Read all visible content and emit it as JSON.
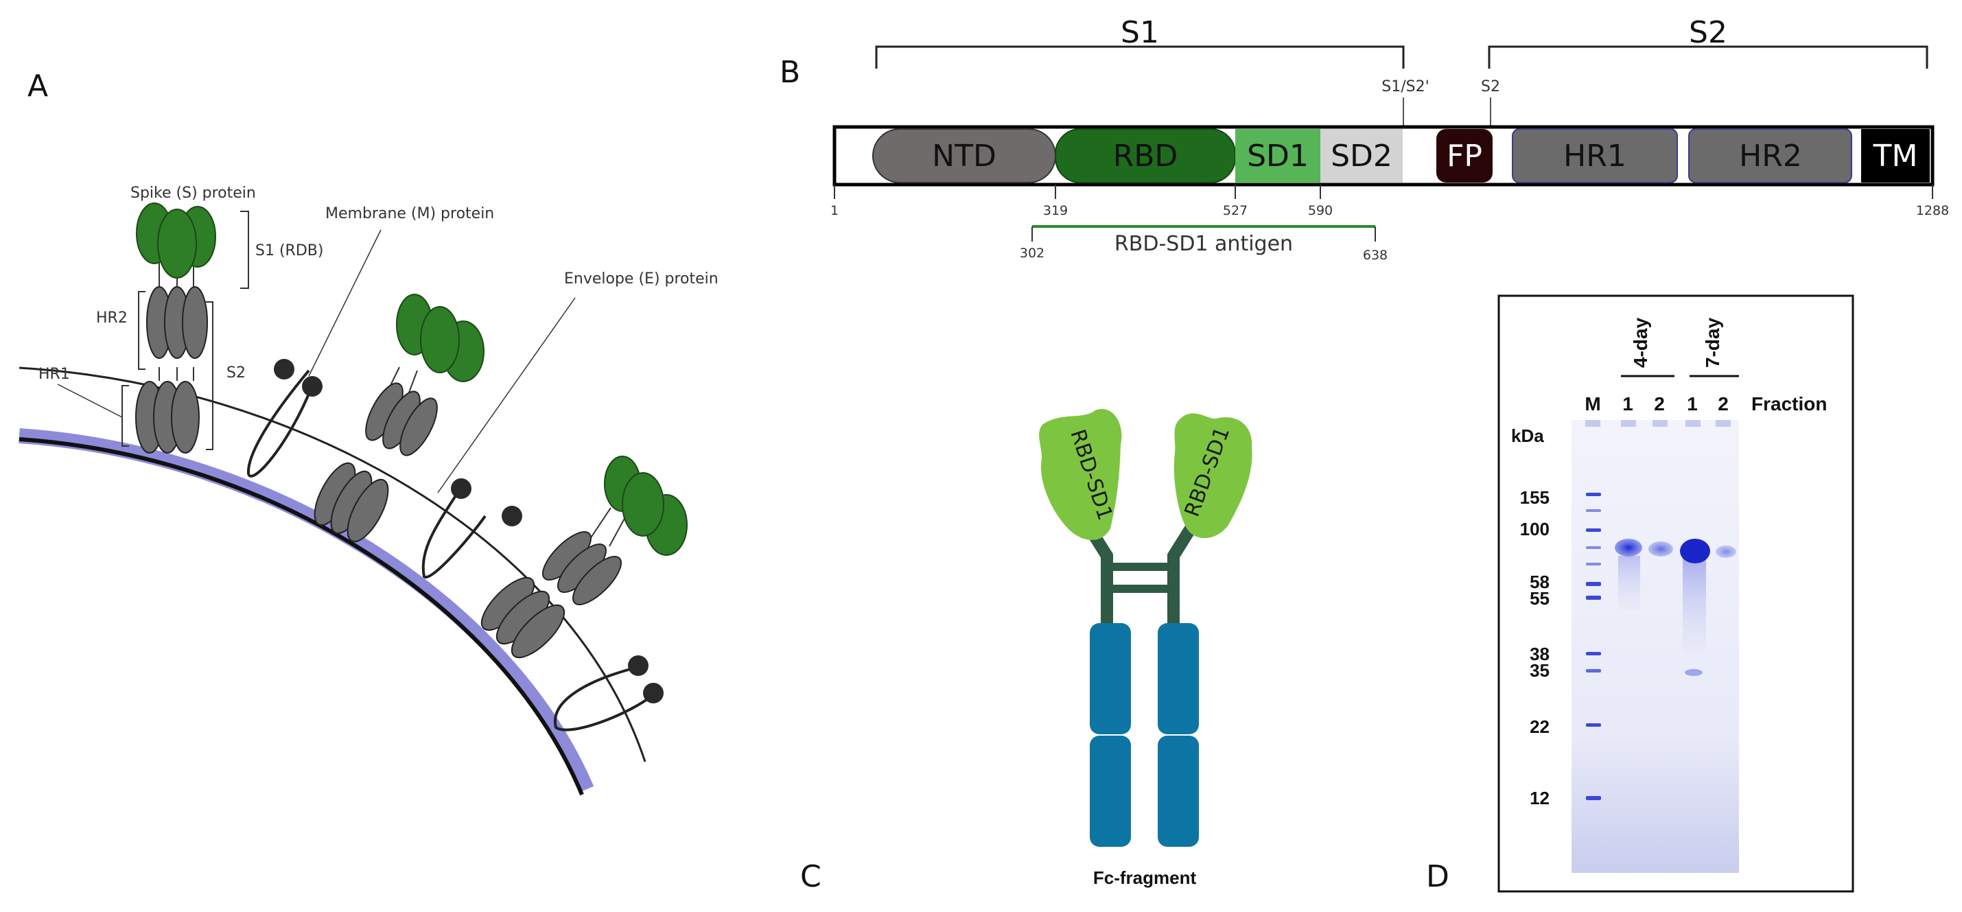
{
  "panels": {
    "a": "A",
    "b": "B",
    "c": "C",
    "d": "D"
  },
  "panel_a": {
    "labels": {
      "spike": "Spike (S) protein",
      "s1": "S1 (RDB)",
      "hr2": "HR2",
      "hr1": "HR1",
      "s2": "S2",
      "membrane": "Membrane (M) protein",
      "envelope": "Envelope (E) protein"
    },
    "colors": {
      "spike_head": "#2e7d27",
      "stalk": "#6d6d6d",
      "membrane_band": "#8d8ad9"
    }
  },
  "panel_b": {
    "s1_label": "S1",
    "s2_label": "S2",
    "s1s2_site": "S1/S2'",
    "s2_site": "S2",
    "domains": [
      {
        "name": "NTD",
        "color": "#6f6b6b",
        "text": "dark"
      },
      {
        "name": "RBD",
        "color": "#1e6b1e",
        "text": "dark"
      },
      {
        "name": "SD1",
        "color": "#56b556",
        "text": "dark"
      },
      {
        "name": "SD2",
        "color": "#d3d3d3",
        "text": "dark"
      },
      {
        "name": "FP",
        "color": "#2a0508",
        "text": "light"
      },
      {
        "name": "HR1",
        "color": "#6b6b6b",
        "text": "dark"
      },
      {
        "name": "HR2",
        "color": "#6b6b6b",
        "text": "dark"
      },
      {
        "name": "TM",
        "color": "#000000",
        "text": "light"
      }
    ],
    "positions": [
      "1",
      "319",
      "527",
      "590",
      "1288"
    ],
    "antigen": {
      "label": "RBD-SD1 antigen",
      "start": "302",
      "end": "638",
      "color": "#2d8b2d"
    }
  },
  "panel_c": {
    "arm_label": "RBD-SD1",
    "fc_label": "Fc-fragment",
    "colors": {
      "rbd": "#7dc540",
      "hinge": "#2f5a45",
      "fc": "#0d75a3"
    }
  },
  "panel_d": {
    "kda_label": "kDa",
    "fraction_label": "Fraction",
    "marker_lane": "M",
    "groups": [
      {
        "name": "4-day",
        "lanes": [
          "1",
          "2"
        ]
      },
      {
        "name": "7-day",
        "lanes": [
          "1",
          "2"
        ]
      }
    ],
    "markers": [
      "155",
      "100",
      "58",
      "55",
      "38",
      "35",
      "22",
      "12"
    ],
    "band_color": "#2233cc"
  }
}
